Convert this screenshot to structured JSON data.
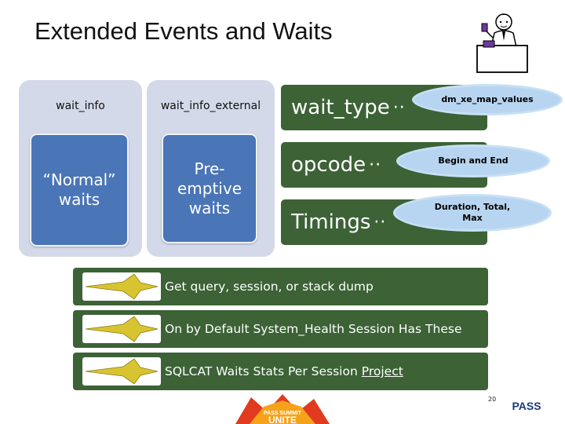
{
  "slide": {
    "title": "Extended Events and Waits",
    "page_number": "20"
  },
  "panels": [
    {
      "label": "wait_info",
      "box_text": "“Normal” waits"
    },
    {
      "label": "wait_info_external",
      "box_text": "Pre-emptive waits"
    }
  ],
  "tiles": [
    {
      "label": "wait_type",
      "cloud": "dm_xe_map_values"
    },
    {
      "label": "opcode",
      "cloud": "Begin and End"
    },
    {
      "label": "Timings",
      "cloud": "Duration, Total, Max"
    }
  ],
  "bars": [
    {
      "text": "Get query, session, or stack dump"
    },
    {
      "text": "On by Default System_Health Session Has These"
    },
    {
      "text_prefix": "SQLCAT Waits Stats Per Session ",
      "link_text": "Project"
    }
  ],
  "footer": {
    "summit_top": "PASS SUMMIT",
    "summit_word": "UNITE",
    "pass_text": "PASS"
  },
  "colors": {
    "panel_bg": "#d3d9e8",
    "panel_box": "#4a75b6",
    "tile_green": "#3c6236",
    "cloud_blue": "#b7d5f0"
  },
  "icons": [
    "teacher-at-desk-icon",
    "gold-star-icon",
    "pass-logo-icon",
    "summit-unite-logo"
  ]
}
